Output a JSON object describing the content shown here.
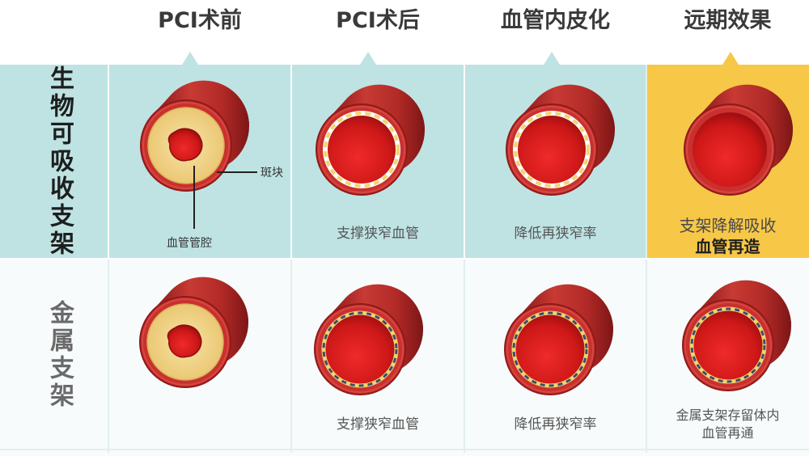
{
  "columns": [
    "PCI术前",
    "PCI术后",
    "血管内皮化",
    "远期效果"
  ],
  "rows": [
    "生物可吸收支架",
    "金属支架"
  ],
  "labels": {
    "plaque": "斑块",
    "lumen": "血管管腔"
  },
  "captions": {
    "bioresorbable": [
      "",
      "支撑狭窄血管",
      "降低再狭窄率",
      "支架降解吸收",
      "血管再造"
    ],
    "metal": [
      "",
      "支撑狭窄血管",
      "降低再狭窄率",
      "金属支架存留体内",
      "血管再通"
    ]
  },
  "colors": {
    "top_row_bg": "#bfe3e3",
    "highlight_bg": "#f7c747",
    "grid_line": "#ffffff",
    "vessel_red": "#c9302e",
    "plaque": "#f3d58c",
    "bio_stent": "#f2d36e",
    "metal_stent": "#3a4e70"
  },
  "icons": [
    "vessel-cross-section",
    "plaque-narrowed-lumen",
    "bioresorbable-stent-ring",
    "metal-stent-ring",
    "pointer-triangle"
  ]
}
